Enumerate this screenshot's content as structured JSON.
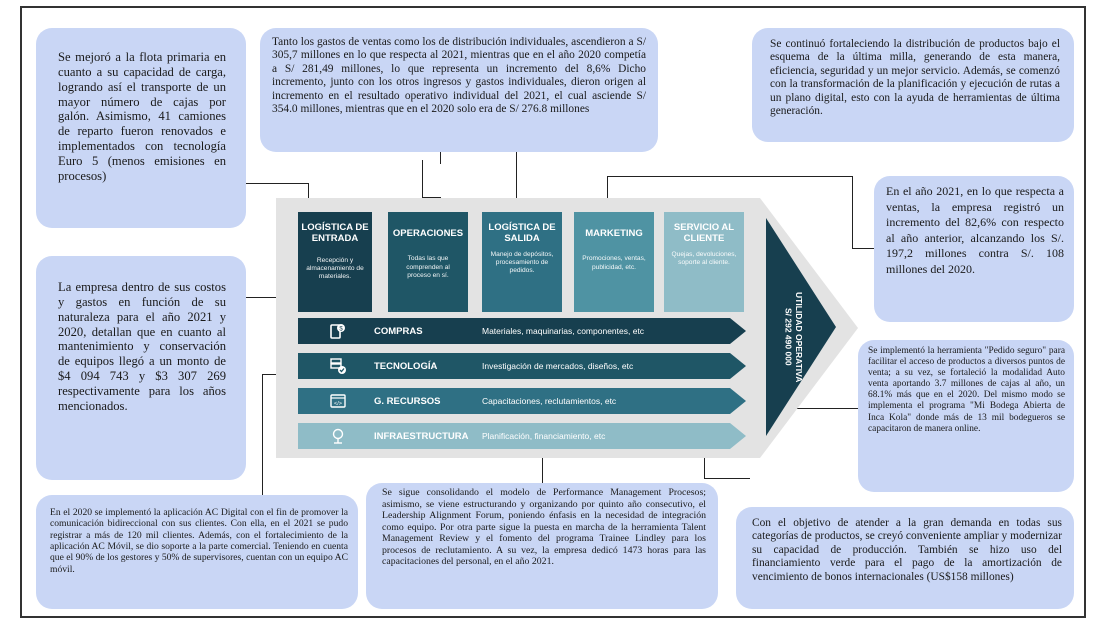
{
  "notes": {
    "flota": "Se mejoró a la flota primaria en cuanto a su capacidad de carga, logrando así el transporte de un mayor número de cajas por galón. Asimismo, 41 camiones de reparto fueron renovados e implementados con tecnología Euro 5 (menos emisiones en procesos)",
    "gastos_ventas": "Tanto los gastos de ventas como los de distribución individuales, ascendieron a S/ 305,7 millones en lo que respecta al 2021, mientras que en el año 2020 competía a S/ 281,49 millones, lo que representa un incremento del 8,6% Dicho incremento, junto con los otros ingresos y gastos individuales, dieron origen al incremento en el resultado operativo individual del 2021, el cual asciende S/ 354.0 millones, mientras que en el 2020 solo era de S/ 276.8 millones",
    "ultima_milla": "Se continuó fortaleciendo la distribución de productos bajo el esquema de la última milla, generando de esta manera, eficiencia, seguridad y un mejor servicio. Además, se comenzó con la transformación de la planificación y ejecución de rutas a un plano digital, esto con la ayuda de herramientas de última generación.",
    "ventas_2021": "En el año 2021, en lo que respecta a ventas, la empresa registró un incremento del 82,6% con respecto al año anterior, alcanzando los S/. 197,2 millones contra S/. 108 millones del 2020.",
    "costos_gastos": "La empresa dentro de sus costos y gastos en función de su naturaleza para el año 2021 y 2020, detallan que en cuanto al mantenimiento y conservación de equipos llegó a un monto de $4 094 743 y $3 307 269 respectivamente para los años mencionados.",
    "pedido_seguro": "Se implementó la herramienta \"Pedido seguro\" para facilitar el acceso de productos a diversos puntos de venta; a su vez, se fortaleció la modalidad Auto venta aportando 3.7 millones de cajas al año, un 68.1% más que en el 2020. Del mismo modo se implementa el programa \"Mi Bodega Abierta de Inca Kola\" donde más de 13 mil bodegueros se capacitaron de manera online.",
    "ac_digital": "En el 2020 se implementó la aplicación AC Digital con el fin de promover la comunicación bidireccional con sus clientes. Con ella, en el 2021 se pudo registrar a más de 120 mil clientes. Además, con el fortalecimiento de la aplicación AC Móvil, se dio soporte a la parte comercial. Teniendo en cuenta que el 90% de los gestores y 50% de supervisores, cuentan con un equipo AC móvil.",
    "performance": "Se sigue consolidando el modelo de Performance Management Procesos; asimismo, se viene estructurando y organizando por quinto año consecutivo, el Leadership Alignment Forum, poniendo énfasis en la necesidad de integración como equipo. Por otra parte sigue la puesta en marcha de la herramienta Talent Management Review y el fomento del programa Trainee Lindley para los procesos de reclutamiento. A su vez, la empresa dedicó 1473 horas para las capacitaciones del personal, en el año 2021.",
    "capacidad": "Con el objetivo de atender a la gran demanda en todas sus categorías de productos, se creyó conveniente ampliar y modernizar su capacidad de producción. También se hizo uso del financiamiento verde para el pago de la amortización de vencimiento de bonos internacionales (US$158 millones)"
  },
  "primary": [
    {
      "title": "LOGÍSTICA DE ENTRADA",
      "desc": "Recepción y almacenamiento de materiales.",
      "color": "#173f4f"
    },
    {
      "title": "OPERACIONES",
      "desc": "Todas las que comprenden al proceso en sí.",
      "color": "#1f5666"
    },
    {
      "title": "LOGÍSTICA DE SALIDA",
      "desc": "Manejo de depósitos, procesamiento de pedidos.",
      "color": "#2f7084"
    },
    {
      "title": "MARKETING",
      "desc": "Promociones, ventas, publicidad, etc.",
      "color": "#4f93a3"
    },
    {
      "title": "SERVICIO AL CLIENTE",
      "desc": "Quejas, devoluciones, soporte al cliente.",
      "color": "#8fbcc7"
    }
  ],
  "support": [
    {
      "name": "COMPRAS",
      "desc": "Materiales, maquinarias, componentes, etc",
      "icon": "purchase-icon",
      "color": "#173f4f"
    },
    {
      "name": "TECNOLOGÍA",
      "desc": "Investigación de mercados, diseños, etc",
      "icon": "technology-icon",
      "color": "#1f5666"
    },
    {
      "name": "G. RECURSOS",
      "desc": "Capacitaciones, reclutamientos, etc",
      "icon": "hr-icon",
      "color": "#2f7084"
    },
    {
      "name": "INFRAESTRUCTURA",
      "desc": "Planificación, financiamiento, etc",
      "icon": "infrastructure-icon",
      "color": "#8fbcc7"
    }
  ],
  "utilidad": {
    "label": "UTILIDAD OPERATIVA",
    "value": "S/ 292 490 000",
    "color": "#173f4f"
  }
}
